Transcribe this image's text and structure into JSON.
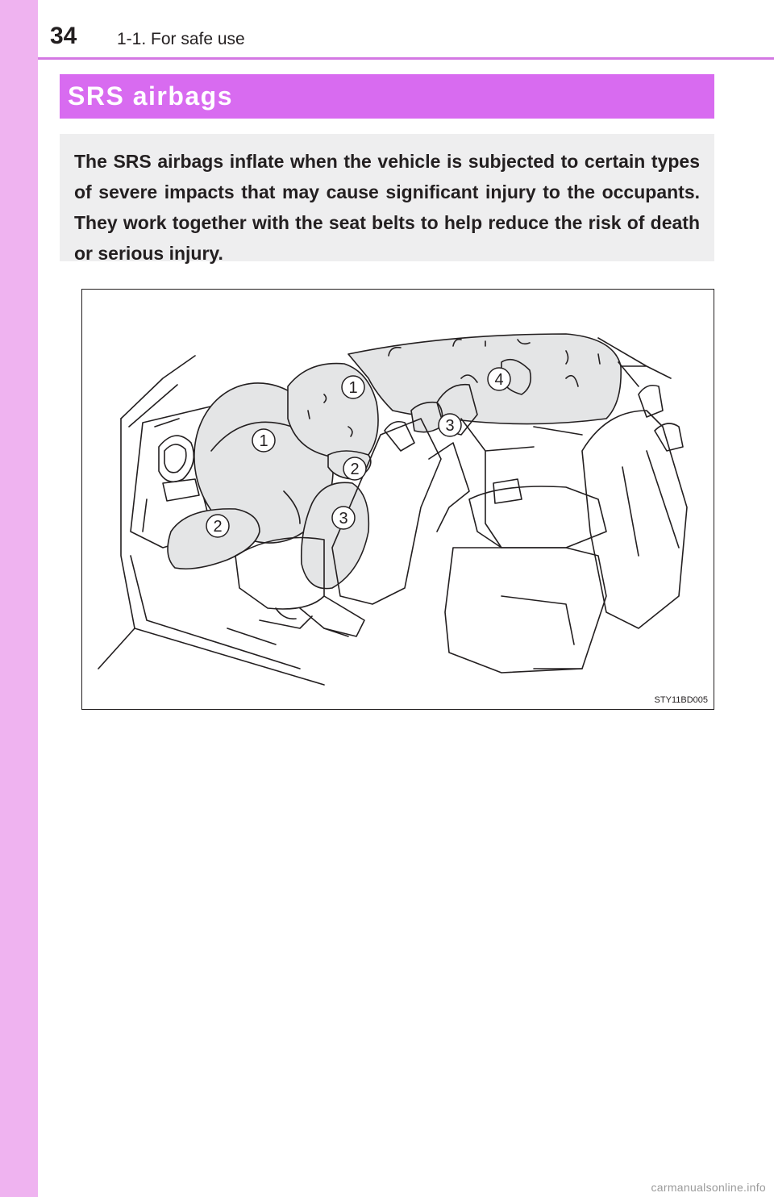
{
  "header": {
    "page_number": "34",
    "section": "1-1. For safe use"
  },
  "title": "SRS airbags",
  "intro": "The SRS airbags inflate when the vehicle is subjected to certain types of severe impacts that may cause significant injury to the occupants. They work together with the seat belts to help reduce the risk of death or serious injury.",
  "figure": {
    "code": "STY11BD005",
    "callouts": [
      "1",
      "1",
      "2",
      "2",
      "3",
      "3",
      "4"
    ]
  },
  "watermark": "carmanualsonline.info",
  "colors": {
    "side_band": "#efb3f0",
    "title_bar": "#d86bf0",
    "header_rule": "#d478e3",
    "intro_box": "#eeeeef"
  }
}
